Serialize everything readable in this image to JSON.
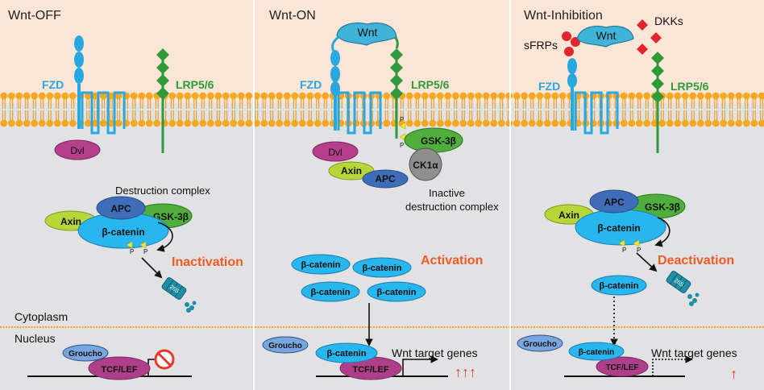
{
  "colors": {
    "extracellular": "#fbe5d6",
    "cytoplasm": "#e2e2e4",
    "lipid": "#f5a623",
    "lipid_dark": "#d98a10",
    "fzd": "#29a8df",
    "lrp": "#2e9a3a",
    "dvl": "#b53f8b",
    "apc": "#3f6db8",
    "axin": "#b7d63a",
    "gsk": "#4fae3c",
    "bcat": "#29b6ee",
    "ck1": "#8e8e8e",
    "wnt": "#3fb4d8",
    "groucho": "#7aa6e0",
    "tcf": "#b03f8b",
    "red": "#e8372b",
    "orange_label": "#f15a24",
    "sfrp": "#e0262c",
    "proteasome": "#1f8fa6",
    "phospho": "#f2e83a"
  },
  "panels": [
    {
      "title": "Wnt-OFF",
      "fzd_label": "FZD",
      "lrp_label": "LRP5/6",
      "dvl_label": "Dvl",
      "complex_caption": "Destruction complex",
      "apc_label": "APC",
      "axin_label": "Axin",
      "gsk_label": "GSK-3β",
      "bcat_label": "β-catenin",
      "p_label": "P",
      "state_label": "Inactivation",
      "proteasome_label": "26S",
      "cytoplasm_label": "Cytoplasm",
      "nucleus_label": "Nucleus",
      "groucho_label": "Groucho",
      "tcf_label": "TCF/LEF"
    },
    {
      "title": "Wnt-ON",
      "wnt_label": "Wnt",
      "fzd_label": "FZD",
      "lrp_label": "LRP5/6",
      "dvl_label": "Dvl",
      "gsk_label": "GSK-3β",
      "ck1_label": "CK1α",
      "axin_label": "Axin",
      "apc_label": "APC",
      "p_label": "P",
      "complex_caption_1": "Inactive",
      "complex_caption_2": "destruction complex",
      "state_label": "Activation",
      "bcat_label": "β-catenin",
      "groucho_label": "Groucho",
      "tcf_label": "TCF/LEF",
      "target_label": "Wnt target genes",
      "arrows_up": "↑↑↑"
    },
    {
      "title": "Wnt-Inhibition",
      "dkk_label": "DKKs",
      "sfrp_label": "sFRPs",
      "wnt_label": "Wnt",
      "fzd_label": "FZD",
      "lrp_label": "LRP5/6",
      "apc_label": "APC",
      "axin_label": "Axin",
      "gsk_label": "GSK-3β",
      "bcat_label": "β-catenin",
      "p_label": "P",
      "state_label": "Deactivation",
      "proteasome_label": "26S",
      "groucho_label": "Groucho",
      "tcf_label": "TCF/LEF",
      "target_label": "Wnt target genes",
      "arrows_up": "↑"
    }
  ]
}
